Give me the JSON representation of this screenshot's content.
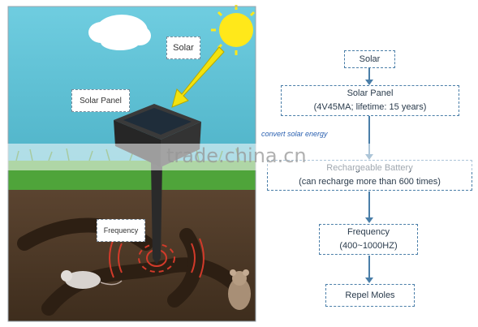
{
  "illustration": {
    "labels": {
      "solar": "Solar",
      "solar_panel": "Solar Panel",
      "frequency": "Frequency"
    }
  },
  "flowchart": {
    "nodes": [
      {
        "id": "solar",
        "lines": [
          "Solar"
        ]
      },
      {
        "id": "solar-panel",
        "lines": [
          "Solar Panel",
          "(4V45MA; lifetime: 15 years)"
        ]
      },
      {
        "id": "rechargeable-battery",
        "lines": [
          "Rechargeable Battery",
          "(can recharge more than 600 times)"
        ]
      },
      {
        "id": "frequency",
        "lines": [
          "Frequency",
          "(400~1000HZ)"
        ]
      },
      {
        "id": "repel-moles",
        "lines": [
          "Repel Moles"
        ]
      }
    ],
    "edge_label": "convert solar energy"
  },
  "watermark": "trade.china.cn",
  "colors": {
    "sky": "#5ec3d6",
    "grass": "#4fa43a",
    "soil": "#4a3624",
    "sun": "#ffe81a",
    "arrow_yellow": "#f3e20f",
    "flow_border": "#4a7ea8"
  }
}
